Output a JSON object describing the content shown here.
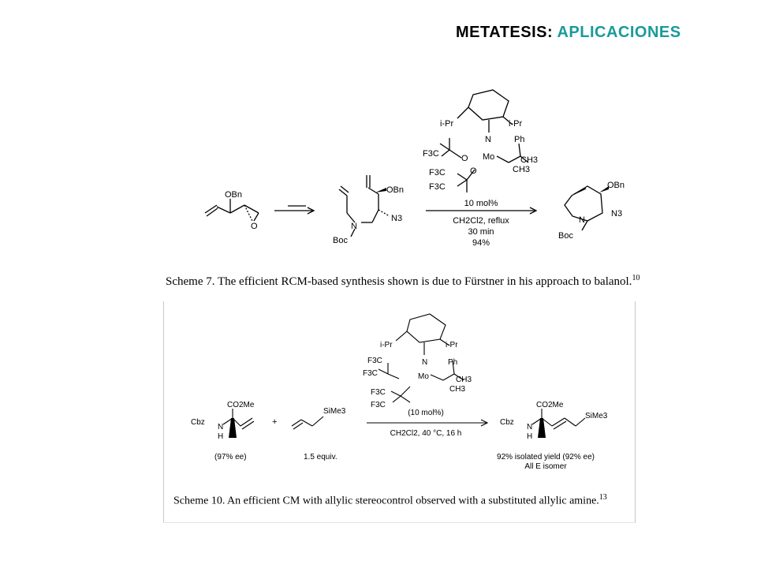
{
  "header": {
    "title_main": "METATESIS:",
    "title_accent": "APLICACIONES",
    "accent_color": "#1a9a9a"
  },
  "scheme7": {
    "catalyst": {
      "ipr_left": "i-Pr",
      "ipr_right": "i-Pr",
      "n": "N",
      "mo": "Mo",
      "ph": "Ph",
      "ch3_a": "CH3",
      "ch3_b": "CH3",
      "f3c_1": "F3C",
      "f3c_2": "F3C",
      "f3c_3": "F3C",
      "o_1": "O",
      "o_2": "O"
    },
    "start": {
      "obn": "OBn",
      "o": "O"
    },
    "intermediate": {
      "obn": "OBn",
      "n3": "N3",
      "n": "N",
      "boc": "Boc"
    },
    "conditions": {
      "loading": "10 mol%",
      "solvent": "CH2Cl2, reflux",
      "time": "30 min",
      "yield": "94%"
    },
    "product": {
      "obn": "OBn",
      "n3": "N3",
      "n": "N",
      "boc": "Boc"
    },
    "caption": {
      "text": "Scheme 7. The efficient RCM-based synthesis shown is due to Fürstner in his approach to balanol.",
      "ref": "10"
    }
  },
  "scheme10": {
    "catalyst": {
      "ipr_left": "i-Pr",
      "ipr_right": "i-Pr",
      "n": "N",
      "mo": "Mo",
      "ph": "Ph",
      "ch3_a": "CH3",
      "ch3_b": "CH3",
      "f3c_1": "F3C",
      "f3c_2": "F3C",
      "f3c_3": "F3C",
      "f3c_4": "F3C"
    },
    "reactant1": {
      "co2me": "CO2Me",
      "cbz": "Cbz",
      "n": "N",
      "h": "H",
      "ee": "(97% ee)"
    },
    "plus": "+",
    "reactant2": {
      "sime3": "SiMe3",
      "equiv": "1.5 equiv."
    },
    "conditions": {
      "loading": "(10 mol%)",
      "solvent": "CH2Cl2, 40 °C, 16 h"
    },
    "product": {
      "co2me": "CO2Me",
      "cbz": "Cbz",
      "n": "N",
      "h": "H",
      "sime3": "SiMe3",
      "yield": "92% isolated yield (92% ee)",
      "isomer": "All E isomer"
    },
    "caption": {
      "text": "Scheme 10. An efficient CM with allylic stereocontrol observed with a substituted allylic amine.",
      "ref": "13"
    }
  }
}
